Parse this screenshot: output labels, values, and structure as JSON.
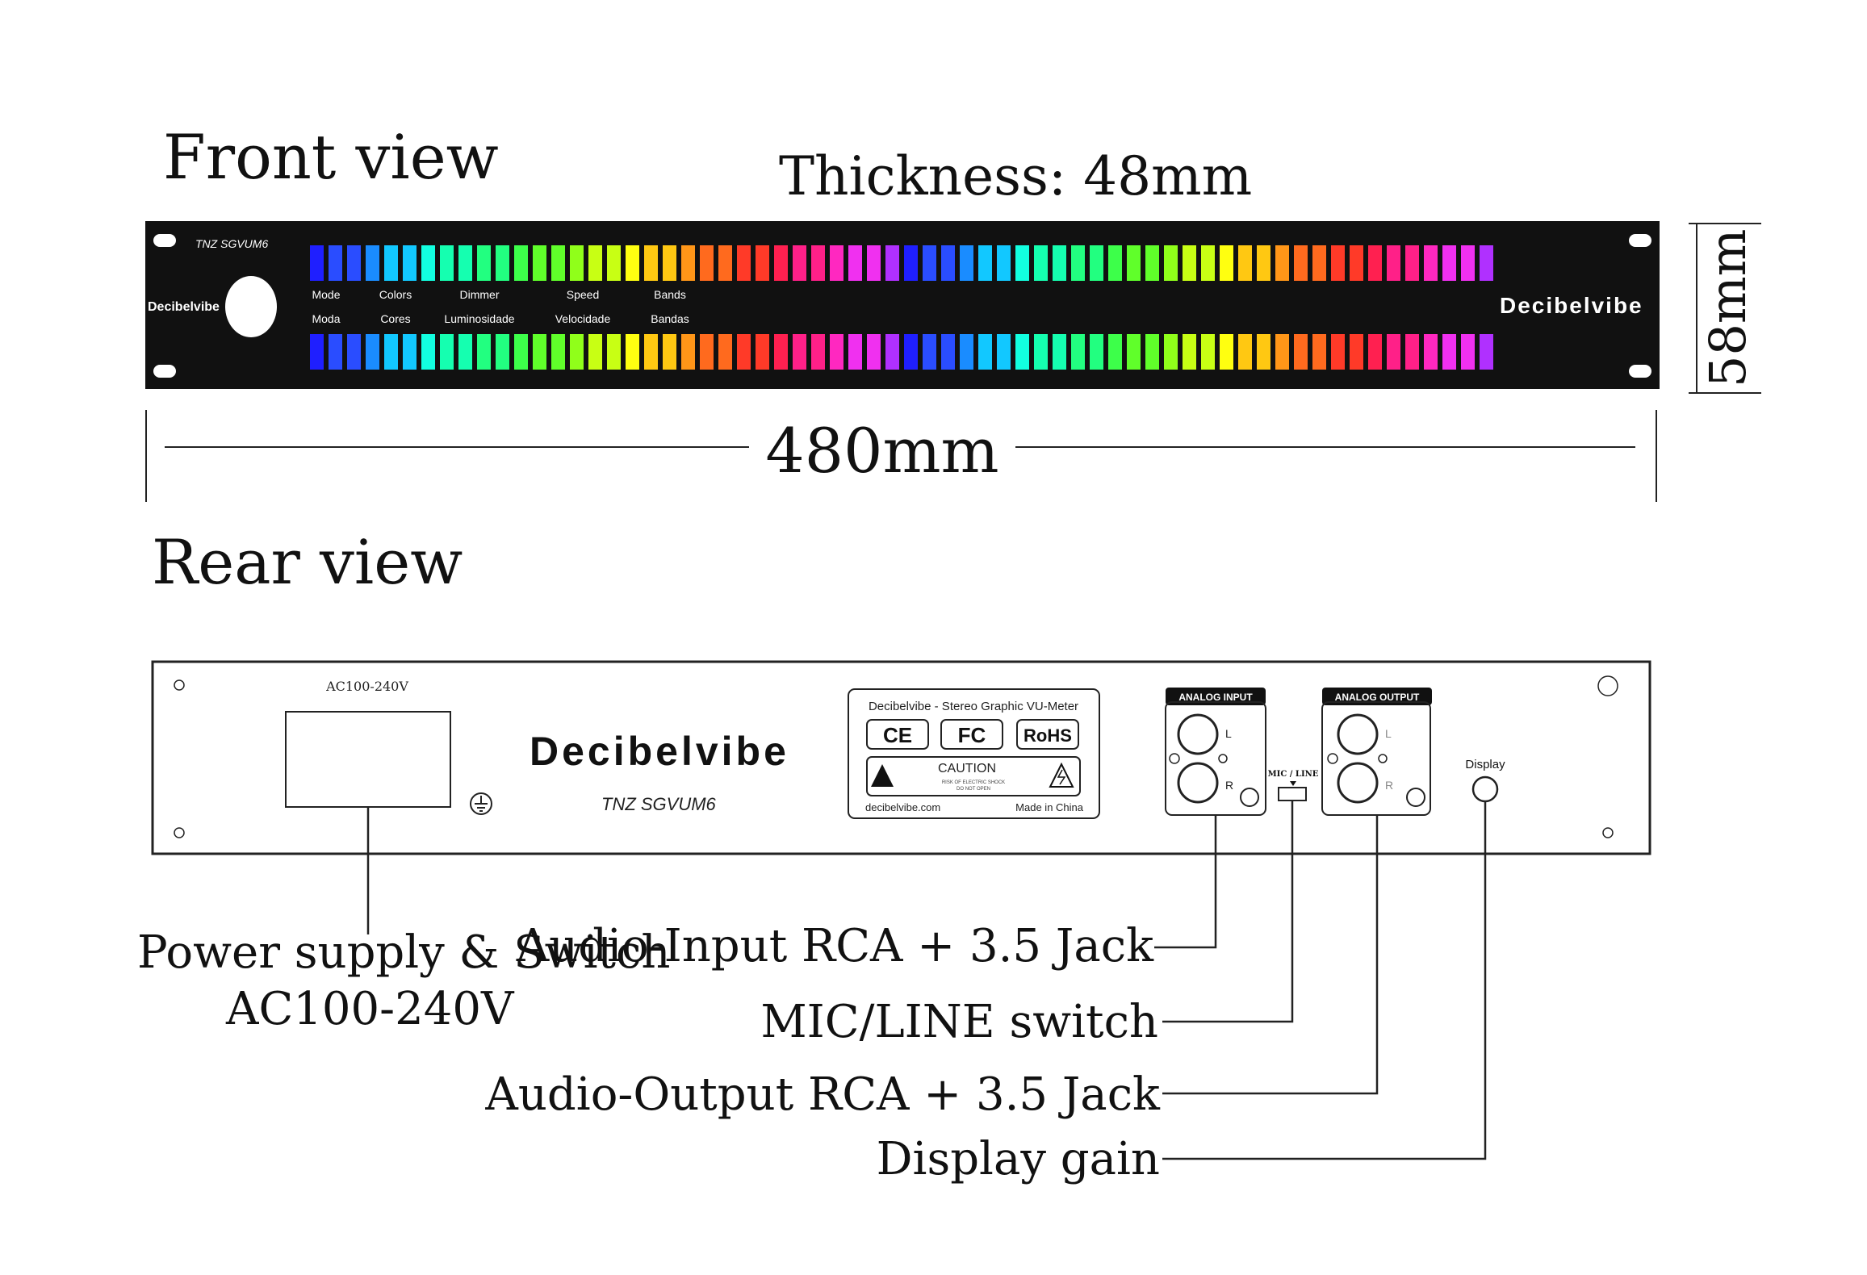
{
  "front": {
    "title": "Front view",
    "thickness": "Thickness:  48mm",
    "width_dim": "480mm",
    "height_dim": "58mm",
    "model": "TNZ SGVUM6",
    "brand": "Decibelvibe",
    "controls_en": [
      "Mode",
      "Colors",
      "Dimmer",
      "Speed",
      "Bands"
    ],
    "controls_pt": [
      "Moda",
      "Cores",
      "Luminosidade",
      "Velocidade",
      "Bandas"
    ],
    "bar_colors": [
      "#1f1fff",
      "#2a4dff",
      "#1a8cff",
      "#12c8ff",
      "#12ffe0",
      "#15ffb0",
      "#22ff80",
      "#3dff4a",
      "#60ff2a",
      "#90ff1a",
      "#c8ff14",
      "#ffff10",
      "#ffc812",
      "#ff9618",
      "#ff6a1e",
      "#ff3a28",
      "#ff2050",
      "#ff2088",
      "#ff28c0",
      "#f030f0",
      "#b030ff"
    ]
  },
  "rear": {
    "title": "Rear view",
    "power_label": "AC100-240V",
    "brand": "Decibelvibe",
    "model": "TNZ SGVUM6",
    "label_plate": {
      "title": "Decibelvibe - Stereo Graphic VU-Meter",
      "marks": [
        "CE",
        "FC",
        "RoHS"
      ],
      "caution": "CAUTION",
      "warning_line1": "RISK OF ELECTRIC SHOCK",
      "warning_line2": "DO NOT OPEN",
      "website": "decibelvibe.com",
      "origin": "Made in China"
    },
    "analog_input": "ANALOG INPUT",
    "analog_output": "ANALOG OUTPUT",
    "channel_l": "L",
    "channel_r": "R",
    "mic_line": "MIC / LINE",
    "display": "Display"
  },
  "callouts": {
    "power": "Power supply & Switch",
    "power_voltage": "AC100-240V",
    "audio_input": "Audio-Input RCA + 3.5 Jack",
    "mic_line": "MIC/LINE switch",
    "audio_output": "Audio-Output RCA + 3.5 Jack",
    "display_gain": "Display gain"
  },
  "colors": {
    "panel": "#111111",
    "line": "#222222"
  }
}
